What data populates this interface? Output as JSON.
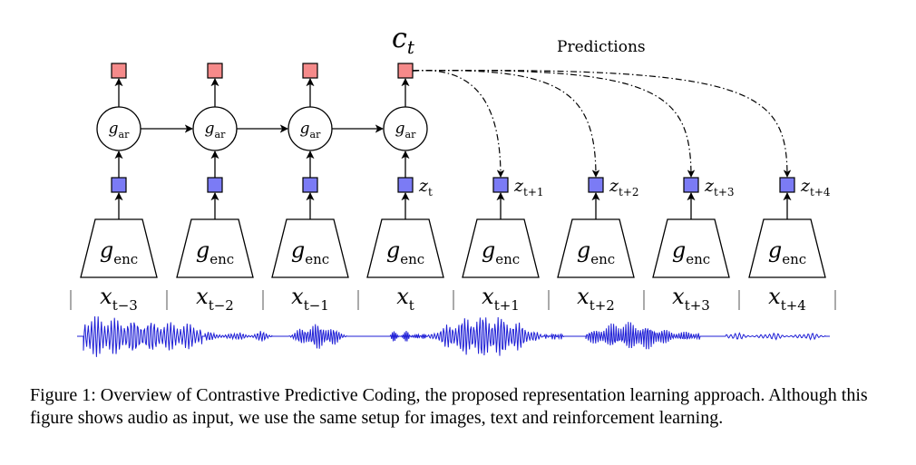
{
  "context": {
    "label": "c",
    "sub": "t"
  },
  "predictions_label": "Predictions",
  "ar_cells": [
    {
      "label": "g",
      "sub": "ar"
    },
    {
      "label": "g",
      "sub": "ar"
    },
    {
      "label": "g",
      "sub": "ar"
    },
    {
      "label": "g",
      "sub": "ar"
    }
  ],
  "encoders": [
    {
      "label": "g",
      "sub": "enc"
    },
    {
      "label": "g",
      "sub": "enc"
    },
    {
      "label": "g",
      "sub": "enc"
    },
    {
      "label": "g",
      "sub": "enc"
    },
    {
      "label": "g",
      "sub": "enc"
    },
    {
      "label": "g",
      "sub": "enc"
    },
    {
      "label": "g",
      "sub": "enc"
    },
    {
      "label": "g",
      "sub": "enc"
    }
  ],
  "z_labels": [
    {
      "label": "",
      "sub": ""
    },
    {
      "label": "",
      "sub": ""
    },
    {
      "label": "",
      "sub": ""
    },
    {
      "label": "z",
      "sub": "t"
    },
    {
      "label": "z",
      "sub": "t+1"
    },
    {
      "label": "z",
      "sub": "t+2"
    },
    {
      "label": "z",
      "sub": "t+3"
    },
    {
      "label": "z",
      "sub": "t+4"
    }
  ],
  "inputs": [
    {
      "label": "x",
      "sub": "t−3"
    },
    {
      "label": "x",
      "sub": "t−2"
    },
    {
      "label": "x",
      "sub": "t−1"
    },
    {
      "label": "x",
      "sub": "t"
    },
    {
      "label": "x",
      "sub": "t+1"
    },
    {
      "label": "x",
      "sub": "t+2"
    },
    {
      "label": "x",
      "sub": "t+3"
    },
    {
      "label": "x",
      "sub": "t+4"
    }
  ],
  "colors": {
    "context_box": "#f58a8a",
    "latent_box": "#7b7bf5",
    "waveform": "#1f1fd6",
    "stroke": "#000000"
  },
  "caption": "Figure 1: Overview of Contrastive Predictive Coding, the proposed representation learning approach. Although this figure shows audio as input, we use the same setup for images, text and reinforcement learning."
}
